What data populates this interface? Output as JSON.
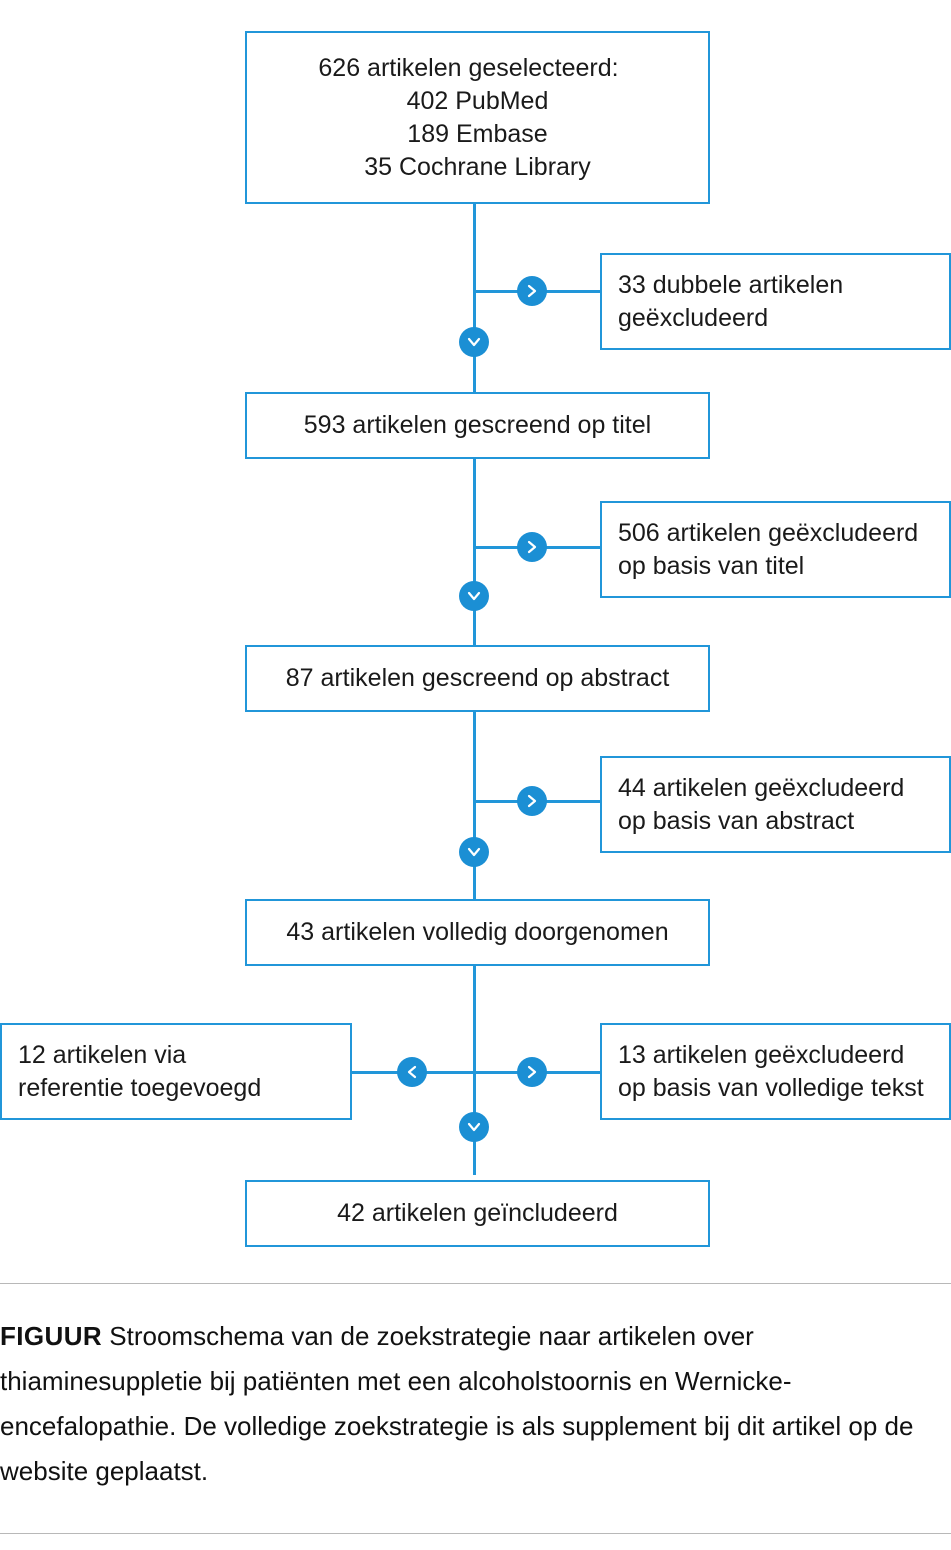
{
  "figure": {
    "label": "FIGUUR",
    "caption": "  Stroomschema van de zoekstrategie naar artikelen over thiaminesuppletie bij patiënten met een alcoholstoornis en Wernicke-encefalopathie. De volledige zoekstrategie is als supplement bij dit artikel op de website geplaatst.",
    "accent_color": "#2196d9",
    "marker_color": "#1b8fd4",
    "rule_color": "#b8b8b8"
  },
  "chart_data": {
    "type": "diagram",
    "title": "Stroomschema van de zoekstrategie",
    "nodes": [
      {
        "id": "identified",
        "kind": "main",
        "lines": [
          "626 artikelen geselecteerd:",
          "402 PubMed",
          "189 Embase",
          "35 Cochrane Library"
        ],
        "value": 626,
        "sources": [
          {
            "name": "PubMed",
            "count": 402
          },
          {
            "name": "Embase",
            "count": 189
          },
          {
            "name": "Cochrane Library",
            "count": 35
          }
        ]
      },
      {
        "id": "excluded-duplicates",
        "kind": "side-right",
        "lines": [
          "33 dubbele artikelen",
          "geëxcludeerd"
        ],
        "value": 33
      },
      {
        "id": "screened-title",
        "kind": "main",
        "lines": [
          "593 artikelen gescreend op titel"
        ],
        "value": 593
      },
      {
        "id": "excluded-title",
        "kind": "side-right",
        "lines": [
          "506 artikelen geëxcludeerd",
          "op basis van titel"
        ],
        "value": 506
      },
      {
        "id": "screened-abstract",
        "kind": "main",
        "lines": [
          "87 artikelen gescreend op abstract"
        ],
        "value": 87
      },
      {
        "id": "excluded-abstract",
        "kind": "side-right",
        "lines": [
          "44 artikelen geëxcludeerd",
          "op basis van abstract"
        ],
        "value": 44
      },
      {
        "id": "fulltext",
        "kind": "main",
        "lines": [
          "43 artikelen volledig doorgenomen"
        ],
        "value": 43
      },
      {
        "id": "added-reference",
        "kind": "side-left",
        "lines": [
          "12 artikelen via",
          "referentie toegevoegd"
        ],
        "value": 12
      },
      {
        "id": "excluded-fulltext",
        "kind": "side-right",
        "lines": [
          "13 artikelen geëxcludeerd",
          "op basis van volledige tekst"
        ],
        "value": 13
      },
      {
        "id": "included",
        "kind": "main",
        "lines": [
          "42 artikelen geïncludeerd"
        ],
        "value": 42
      }
    ],
    "markers": [
      {
        "id": "m1",
        "direction": "right"
      },
      {
        "id": "m2",
        "direction": "down"
      },
      {
        "id": "m3",
        "direction": "right"
      },
      {
        "id": "m4",
        "direction": "down"
      },
      {
        "id": "m5",
        "direction": "right"
      },
      {
        "id": "m6",
        "direction": "down"
      },
      {
        "id": "m7",
        "direction": "left"
      },
      {
        "id": "m8",
        "direction": "right"
      },
      {
        "id": "m9",
        "direction": "down"
      }
    ]
  }
}
